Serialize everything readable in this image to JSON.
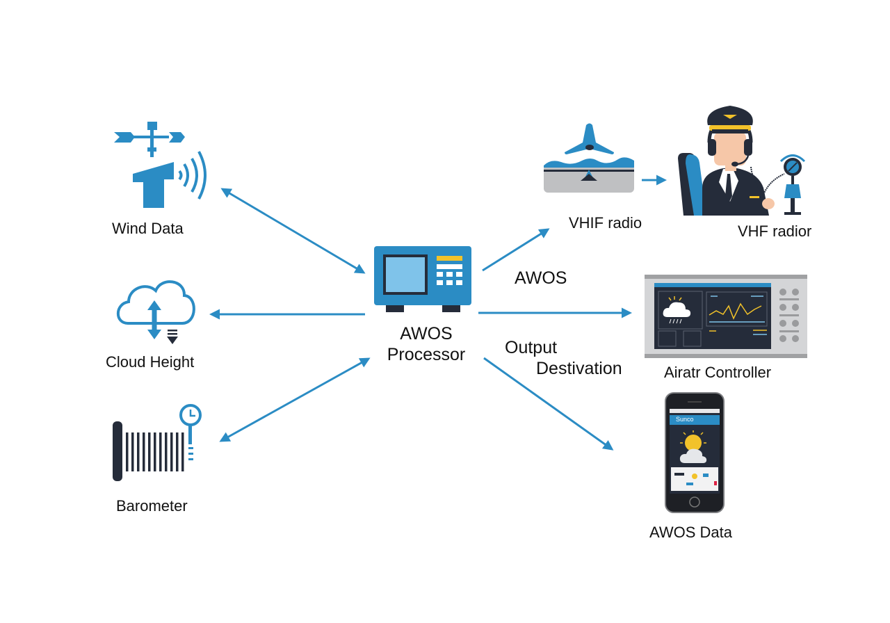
{
  "colors": {
    "primary_blue": "#2B8CC4",
    "light_blue": "#7FC3EA",
    "dark_navy": "#252C3A",
    "gray": "#BFC0C2",
    "yellow": "#F2C22A",
    "skin": "#F6C7A8",
    "text": "#111111"
  },
  "nodes": {
    "wind": {
      "label": "Wind Data",
      "icon": "wind-vane-icon"
    },
    "cloud": {
      "label": "Cloud Height",
      "icon": "cloud-height-icon"
    },
    "barometer": {
      "label": "Barometer",
      "icon": "barometer-icon"
    },
    "processor": {
      "label_line1": "AWOS",
      "label_line2": "Processor",
      "icon": "processor-device-icon"
    },
    "vhf_radio": {
      "label": "VHIF radio",
      "icon": "aircraft-radio-icon"
    },
    "pilot": {
      "label": "VHF radior",
      "icon": "pilot-icon"
    },
    "controller": {
      "label": "Airatr Controller",
      "icon": "controller-display-icon"
    },
    "phone": {
      "label": "AWOS Data",
      "icon": "smartphone-icon"
    }
  },
  "annotations": {
    "awos": "AWOS",
    "output_line1": "Output",
    "output_line2": "Destivation"
  },
  "phone_screen": {
    "header": "Sunco"
  },
  "edges": [
    {
      "from": "processor",
      "to": "wind",
      "direction": "bidirectional"
    },
    {
      "from": "processor",
      "to": "cloud",
      "direction": "to-cloud"
    },
    {
      "from": "processor",
      "to": "barometer",
      "direction": "bidirectional"
    },
    {
      "from": "processor",
      "to": "vhf_radio",
      "direction": "forward"
    },
    {
      "from": "vhf_radio",
      "to": "pilot",
      "direction": "forward"
    },
    {
      "from": "processor",
      "to": "controller",
      "direction": "forward"
    },
    {
      "from": "processor",
      "to": "phone",
      "direction": "forward"
    }
  ]
}
